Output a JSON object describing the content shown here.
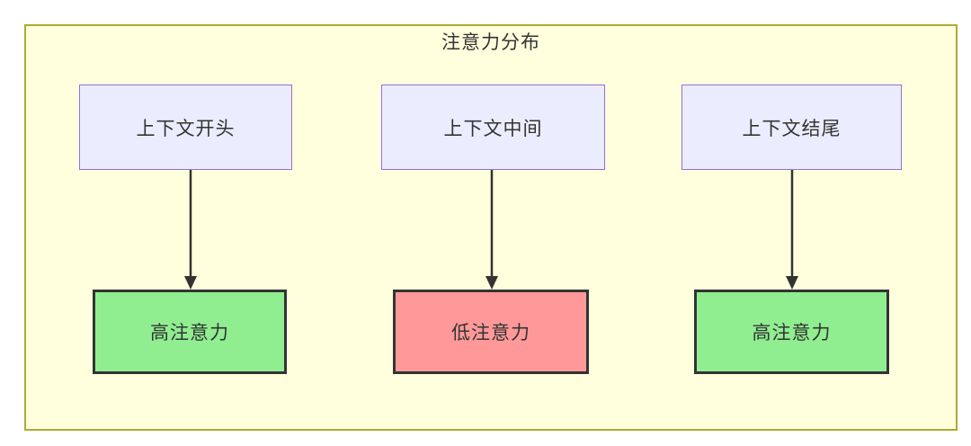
{
  "diagram": {
    "title": "注意力分布",
    "top_nodes": [
      {
        "id": "A",
        "label": "上下文开头"
      },
      {
        "id": "B",
        "label": "上下文中间"
      },
      {
        "id": "C",
        "label": "上下文结尾"
      }
    ],
    "bottom_nodes": [
      {
        "id": "D",
        "label": "高注意力",
        "type": "high"
      },
      {
        "id": "E",
        "label": "低注意力",
        "type": "low"
      },
      {
        "id": "F",
        "label": "高注意力",
        "type": "high"
      }
    ],
    "edges": [
      {
        "from": "上下文开头",
        "to": "高注意力"
      },
      {
        "from": "上下文中间",
        "to": "低注意力"
      },
      {
        "from": "上下文结尾",
        "to": "高注意力"
      }
    ],
    "colors": {
      "container_bg": "#ffffde",
      "container_border": "#aaaa33",
      "node_bg": "#ececff",
      "node_border": "#9370db",
      "high_bg": "#90ee90",
      "low_bg": "#ff9999",
      "result_border": "#333333",
      "edge_color": "#333333",
      "text": "#333333"
    }
  }
}
